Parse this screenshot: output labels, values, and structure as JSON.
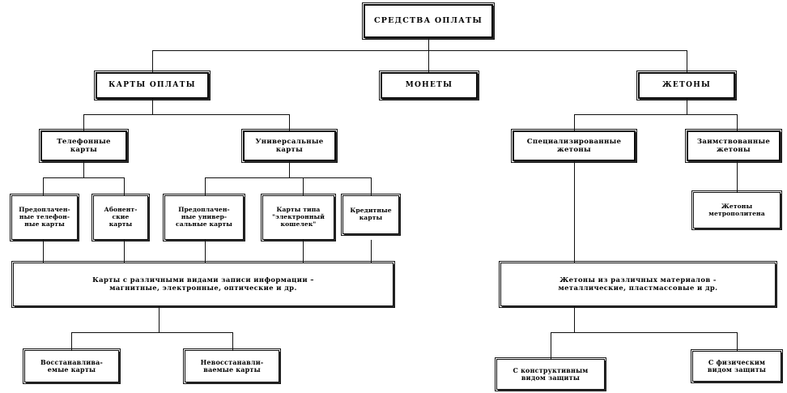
{
  "diagram": {
    "title": "Средства оплаты",
    "language": "ru",
    "type": "hierarchical-tree",
    "nodes": {
      "root": "СРЕДСТВА  ОПЛАТЫ",
      "payment_cards": "КАРТЫ  ОПЛАТЫ",
      "coins": "МОНЕТЫ",
      "tokens": "ЖЕТОНЫ",
      "phone_cards": "Телефонные\nкарты",
      "universal_cards": "Универсальные\nкарты",
      "specialized_tokens": "Специализированные\nжетоны",
      "borrowed_tokens": "Заимствованные\nжетоны",
      "prepaid_phone_cards": "Предоплачен-\nные телефон-\nные карты",
      "subscriber_cards": "Абонент-\nские\nкарты",
      "prepaid_universal_cards": "Предоплачен-\nные универ-\nсальные карты",
      "e_wallet_cards": "Карты типа\n\"электронный\nкошелек\"",
      "credit_cards": "Кредитные\nкарты",
      "metro_tokens": "Жетоны\nметрополитена",
      "cards_recording_types": "Карты с различными видами записи информации –\nмагнитные, электронные, оптические и др.",
      "tokens_materials": "Жетоны из различных материалов -\nметаллические, пластмассовые и др.",
      "recoverable_cards": "Восстанавлива-\nемые карты",
      "nonrecoverable_cards": "Невосстанавли-\nваемые карты",
      "constructive_protection": "С конструктивным\nвидом защиты",
      "physical_protection": "С физическим\nвидом защиты"
    }
  }
}
